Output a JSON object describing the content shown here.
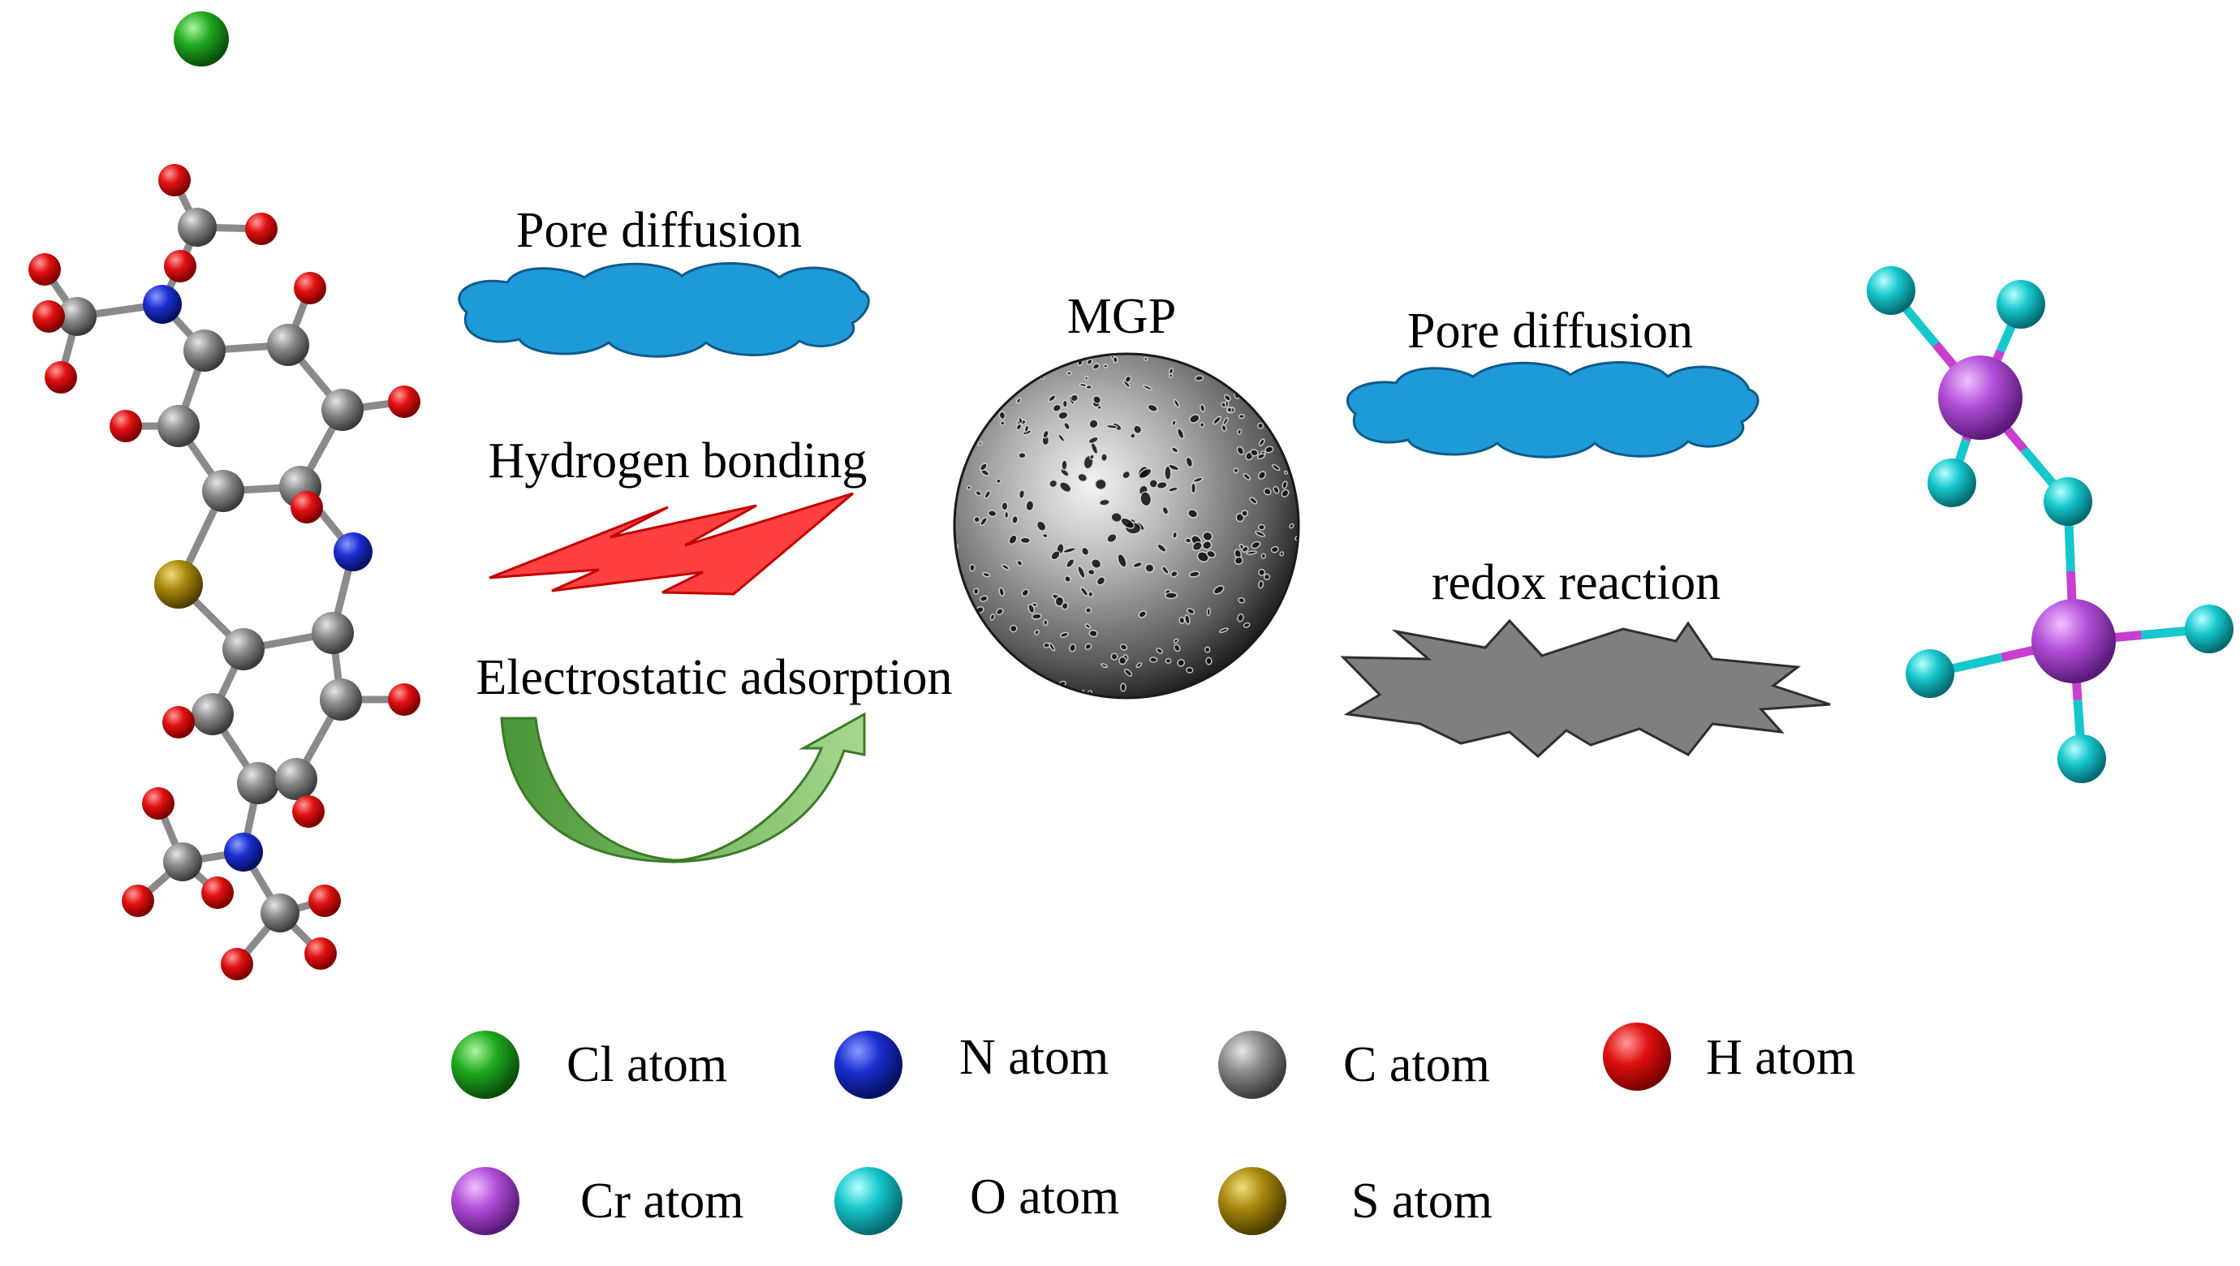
{
  "labels": {
    "pore_diffusion_left": "Pore diffusion",
    "hydrogen_bonding": "Hydrogen bonding",
    "electrostatic_adsorption": "Electrostatic  adsorption",
    "mgp": "MGP",
    "pore_diffusion_right": "Pore diffusion",
    "redox_reaction": "redox reaction"
  },
  "legend": [
    {
      "label": "Cl atom",
      "color": "#1faa1f"
    },
    {
      "label": "N atom",
      "color": "#1a2fd0"
    },
    {
      "label": "C atom",
      "color": "#8a8a8a"
    },
    {
      "label": "H atom",
      "color": "#e01010"
    },
    {
      "label": "Cr atom",
      "color": "#b24ed8"
    },
    {
      "label": "O atom",
      "color": "#16c7cc"
    },
    {
      "label": "S atom",
      "color": "#a8880c"
    }
  ],
  "colors": {
    "cloud": "#1f9ad8",
    "lightning": "#ff3b3b",
    "arrow": "#5aa845",
    "starburst": "#7f7f7f",
    "cr_bond": "#c83fd0",
    "o_bond": "#16c7cc"
  }
}
